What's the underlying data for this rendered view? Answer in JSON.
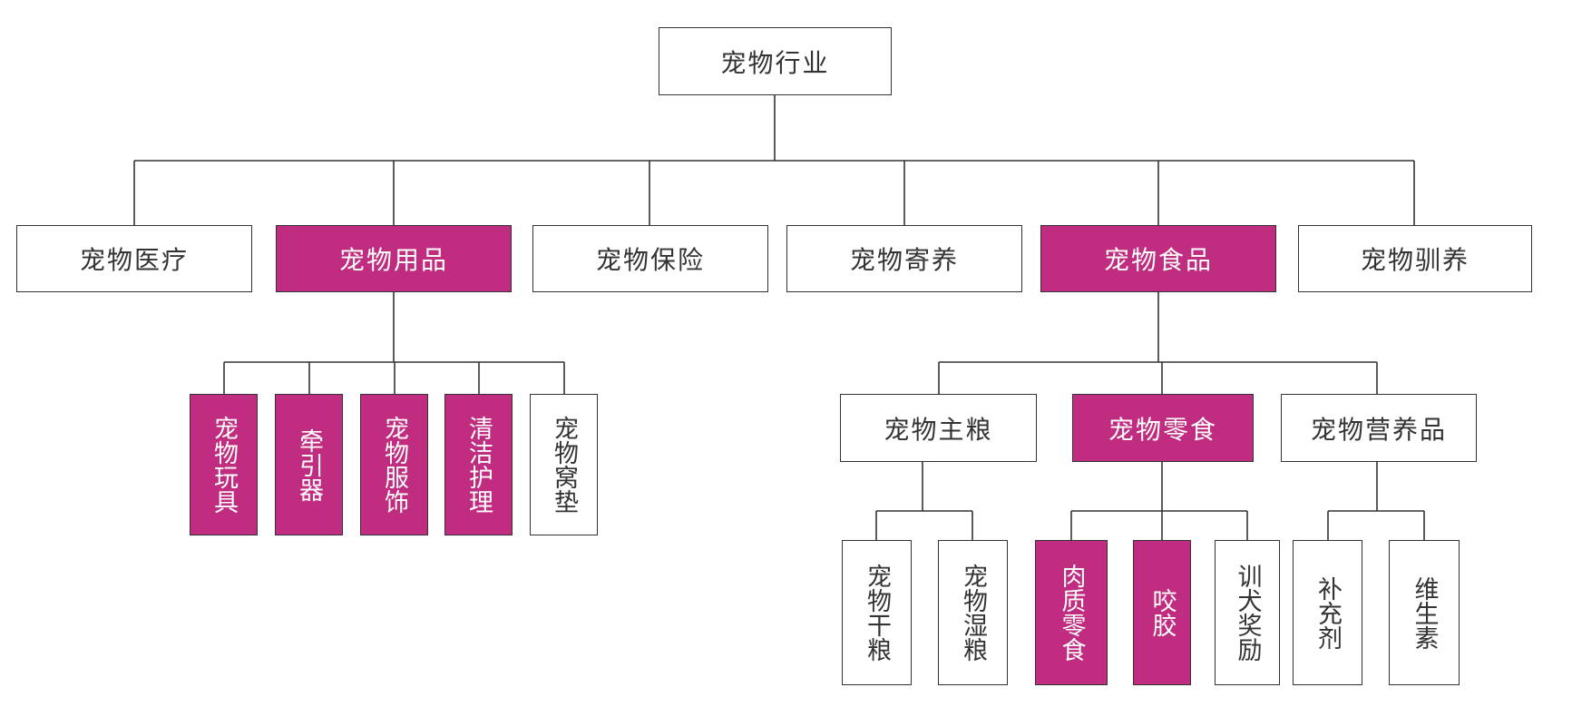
{
  "colors": {
    "highlight": "#c02c7f",
    "border": "#333333",
    "text": "#333333"
  },
  "root": "宠物行业",
  "level1": [
    {
      "label": "宠物医疗",
      "highlight": false
    },
    {
      "label": "宠物用品",
      "highlight": true
    },
    {
      "label": "宠物保险",
      "highlight": false
    },
    {
      "label": "宠物寄养",
      "highlight": false
    },
    {
      "label": "宠物食品",
      "highlight": true
    },
    {
      "label": "宠物驯养",
      "highlight": false
    }
  ],
  "supplies_children": [
    {
      "label": "宠物玩具",
      "highlight": true
    },
    {
      "label": "牵引器",
      "highlight": true
    },
    {
      "label": "宠物服饰",
      "highlight": true
    },
    {
      "label": "清洁护理",
      "highlight": true
    },
    {
      "label": "宠物窝垫",
      "highlight": false
    }
  ],
  "food_children": [
    {
      "label": "宠物主粮",
      "highlight": false
    },
    {
      "label": "宠物零食",
      "highlight": true
    },
    {
      "label": "宠物营养品",
      "highlight": false
    }
  ],
  "staple_children": [
    {
      "label": "宠物干粮",
      "highlight": false
    },
    {
      "label": "宠物湿粮",
      "highlight": false
    }
  ],
  "snack_children": [
    {
      "label": "肉质零食",
      "highlight": true
    },
    {
      "label": "咬胶",
      "highlight": true
    },
    {
      "label": "训犬奖励",
      "highlight": false
    }
  ],
  "nutrition_children": [
    {
      "label": "补充剂",
      "highlight": false
    },
    {
      "label": "维生素",
      "highlight": false
    }
  ]
}
